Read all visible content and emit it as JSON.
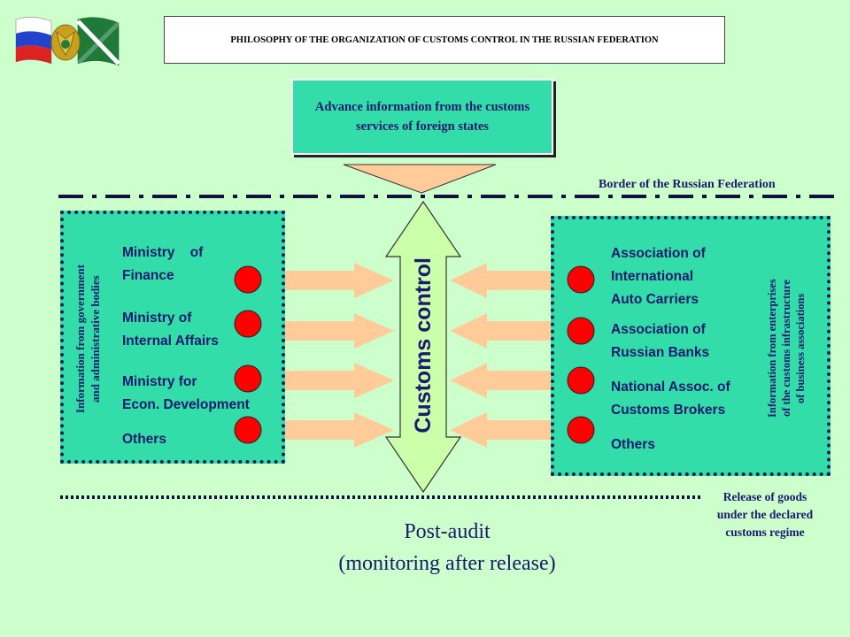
{
  "title": "PHILOSOPHY OF THE ORGANIZATION OF CUSTOMS CONTROL IN THE RUSSIAN FEDERATION",
  "advance_info": "Advance information from the customs services of foreign states",
  "border_label": "Border of the Russian Federation",
  "center_label": "Customs control",
  "left_panel": {
    "side_label_1": "Information from government",
    "side_label_2": "and administrative bodies",
    "items": [
      "Ministry of Finance",
      "Ministry of Internal Affairs",
      "Ministry for Econ. Development",
      "Others"
    ],
    "item_lines": [
      [
        "Ministry    of",
        "Finance"
      ],
      [
        "Ministry of",
        "Internal Affairs"
      ],
      [
        "Ministry for",
        "Econ. Development"
      ],
      [
        "Others"
      ]
    ]
  },
  "right_panel": {
    "side_label_1": "Information from enterprises",
    "side_label_2": "of the customs infrastructure",
    "side_label_3": "of business associations",
    "items": [
      "Association of International Auto Carriers",
      "Association of Russian Banks",
      "National Assoc. of Customs Brokers",
      "Others"
    ],
    "item_lines": [
      [
        "Association of",
        "International",
        "Auto Carriers"
      ],
      [
        "Association of",
        "Russian Banks"
      ],
      [
        "National Assoc. of",
        "Customs Brokers"
      ],
      [
        "Others"
      ]
    ]
  },
  "release_label": "Release of goods under the declared customs regime",
  "release_lines": [
    "Release of goods",
    "under the declared",
    "customs regime"
  ],
  "post_audit_1": "Post-audit",
  "post_audit_2": "(monitoring after release)",
  "colors": {
    "background": "#ccffcc",
    "panel": "#33ddaa",
    "arrow": "#ffcc99",
    "dot": "#ff0000",
    "central_arrow": "#ccffaa",
    "text": "#1a1a6e"
  },
  "icons": [
    "russian-flag-icon",
    "coat-of-arms-icon",
    "customs-flag-icon"
  ]
}
